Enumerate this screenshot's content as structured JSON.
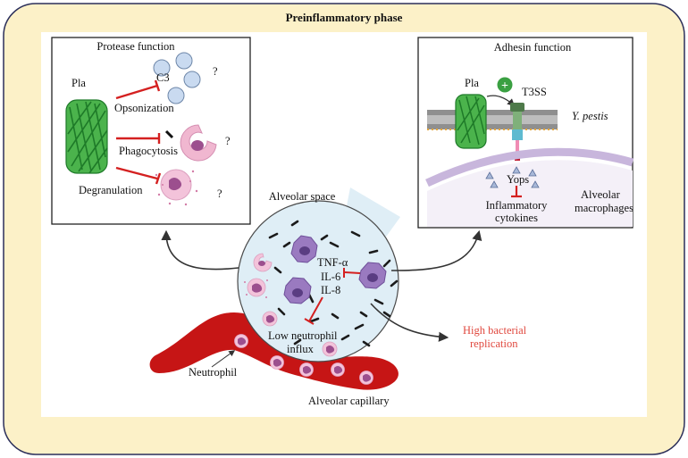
{
  "frame_title": "Preinflammatory phase",
  "colors": {
    "frame_fill": "#fcf1c8",
    "frame_stroke": "#2b2f5a",
    "panel_stroke": "#222222",
    "inhibit_red": "#d42020",
    "alveolus_fill": "#dfeef6",
    "capillary_red": "#c61515",
    "macrophage_purple": "#9a7ac0",
    "neutrophil_pink": "#f2bcd5",
    "pla_green": "#2e9a3a",
    "highlight_text": "#e0483e"
  },
  "protease_panel": {
    "title": "Protease function",
    "pla_label": "Pla",
    "c3_label": "C3",
    "items": [
      {
        "label": "Opsonization",
        "question": "?"
      },
      {
        "label": "Phagocytosis",
        "question": "?"
      },
      {
        "label": "Degranulation",
        "question": "?"
      }
    ]
  },
  "adhesin_panel": {
    "title": "Adhesin function",
    "pla_label": "Pla",
    "t3ss_label": "T3SS",
    "species_label": "Y. pestis",
    "yops_label": "Yops",
    "cytokines_label_1": "Inflammatory",
    "cytokines_label_2": "cytokines",
    "macrophage_label_1": "Alveolar",
    "macrophage_label_2": "macrophages",
    "plus_symbol": "+"
  },
  "center": {
    "alveolar_space_label": "Alveolar space",
    "cytokines": [
      "TNF-α",
      "IL-6",
      "IL-8"
    ],
    "low_neutrophil_1": "Low neutrophil",
    "low_neutrophil_2": "influx",
    "neutrophil_label": "Neutrophil",
    "capillary_label": "Alveolar capillary",
    "high_replication_1": "High bacterial",
    "high_replication_2": "replication"
  }
}
